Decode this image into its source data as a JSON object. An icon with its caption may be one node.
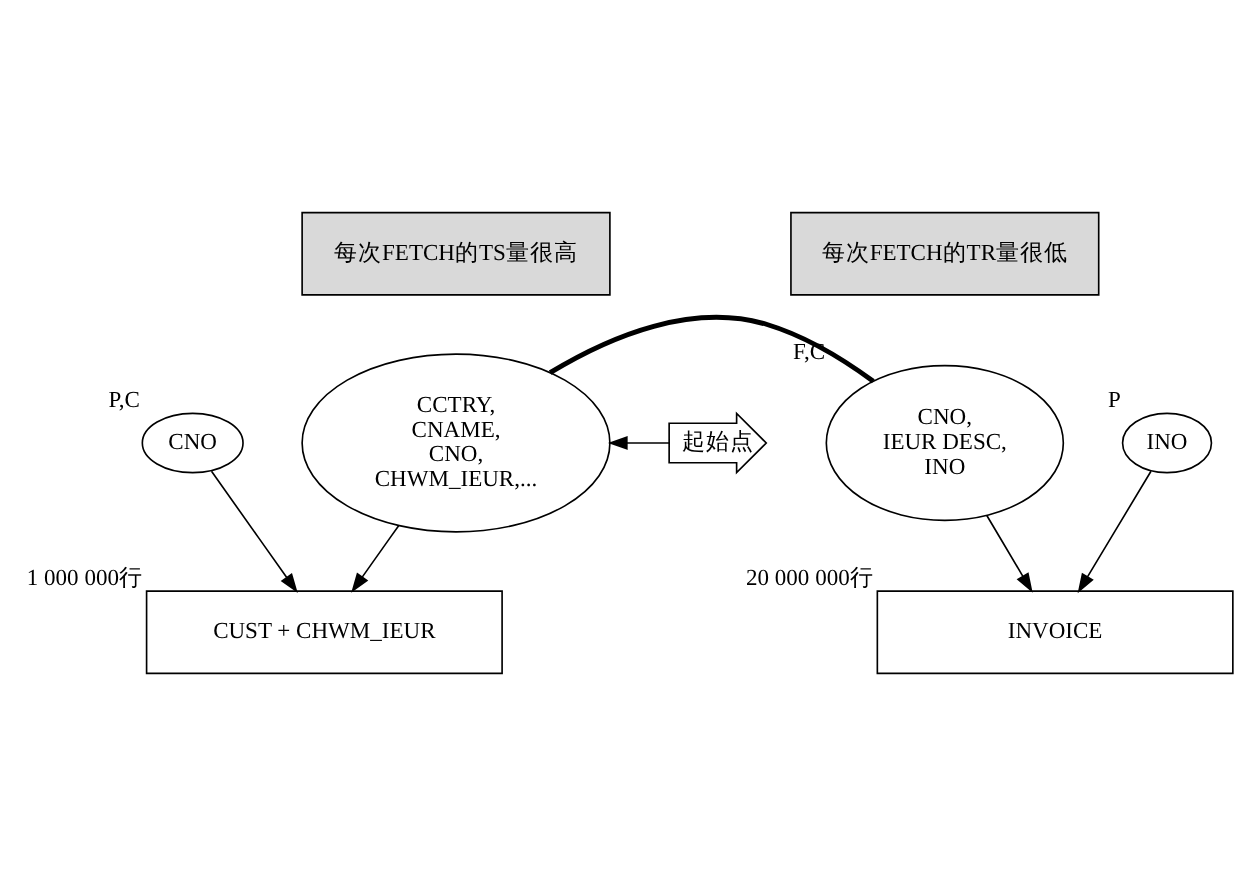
{
  "diagram": {
    "nodes": [
      {
        "text": [
          "每次FETCH的TS量很高"
        ]
      },
      {
        "text": [
          "每次FETCH的TR量很低"
        ]
      },
      {
        "text": [
          "起始点"
        ]
      },
      {
        "text": [
          "CCTRY, CNAME, CNO, CHWM_IEUR,..."
        ]
      },
      {
        "text": [
          "CNO, IEUR DESC, INO"
        ],
        "beside": [
          "F,C"
        ]
      },
      {
        "text": [
          "CNO"
        ],
        "beside": [
          "P,C"
        ]
      },
      {
        "text": [
          "CUST + CHWM_IEUR"
        ],
        "beside": [
          "1 000 000行"
        ]
      },
      {
        "text": [
          "INO"
        ],
        "beside": [
          "P"
        ]
      },
      {
        "text": [
          "INVOICE"
        ],
        "beside": [
          "20 000 000行"
        ]
      }
    ],
    "edges": [
      {
        "from": 2,
        "to": 3,
        "arrow": "to"
      },
      {
        "from": 3,
        "to": 4,
        "arrow": "none",
        "style": "thick"
      },
      {
        "from": 5,
        "to": 6,
        "arrow": "to"
      },
      {
        "from": 3,
        "to": 6,
        "arrow": "to"
      },
      {
        "from": 7,
        "to": 8,
        "arrow": "to"
      },
      {
        "from": 4,
        "to": 8,
        "arrow": "to"
      }
    ]
  }
}
